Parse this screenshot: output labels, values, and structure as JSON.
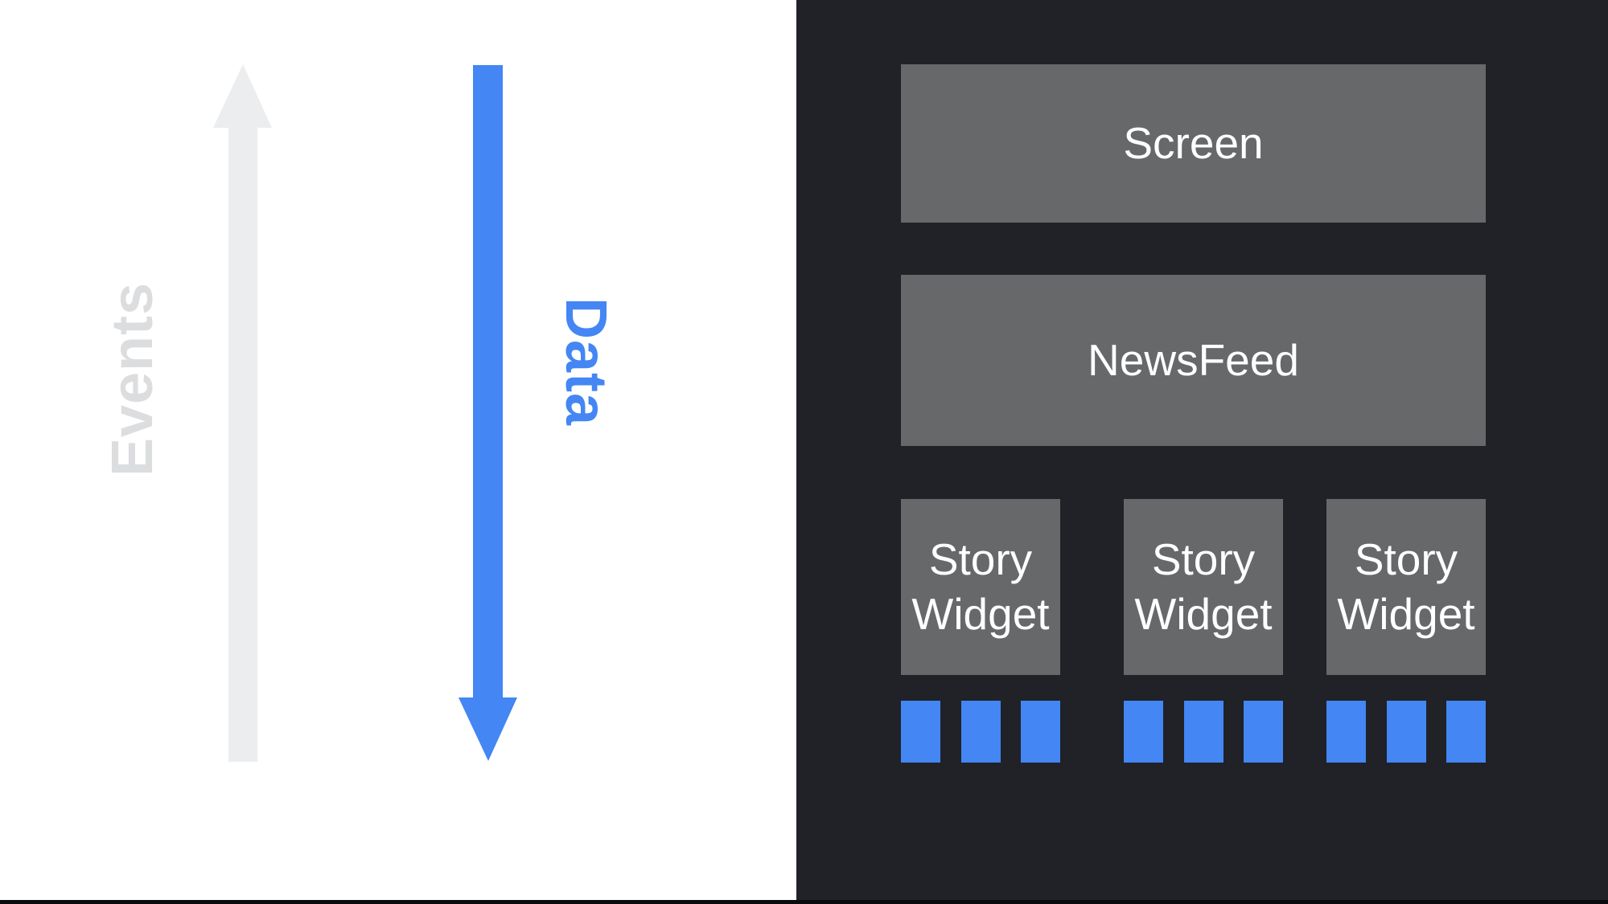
{
  "slide": {
    "left_panel": {
      "events_label": "Events",
      "data_label": "Data",
      "events_arrow_direction": "up",
      "data_arrow_direction": "down"
    },
    "widget_tree": {
      "screen_label": "Screen",
      "newsfeed_label": "NewsFeed",
      "story_widgets": [
        {
          "label": "Story Widget",
          "tile_count": 3
        },
        {
          "label": "Story Widget",
          "tile_count": 3
        },
        {
          "label": "Story Widget",
          "tile_count": 3
        }
      ]
    }
  },
  "colors": {
    "left_background": "#FFFFFF",
    "panel_dark": "#202227",
    "bottom_bar": "#0A0B0D",
    "box_gray": "#67686A",
    "box_text": "#FFFFFF",
    "events_arrow_gray": "#ECEDEE",
    "events_text_gray": "#DCDDDF",
    "data_blue": "#4386F4",
    "tile_blue": "#4386F4"
  }
}
